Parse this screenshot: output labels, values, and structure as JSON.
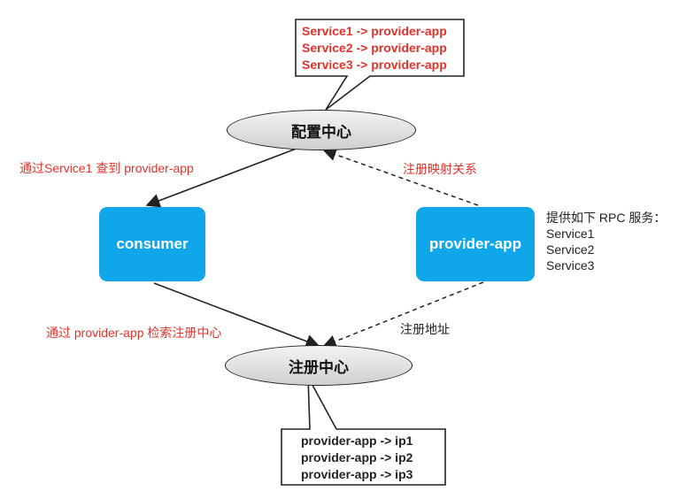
{
  "config_center": {
    "label": "配置中心"
  },
  "registry_center": {
    "label": "注册中心"
  },
  "consumer": {
    "label": "consumer"
  },
  "provider": {
    "label": "provider-app"
  },
  "config_callout": {
    "lines": [
      "Service1 -> provider-app",
      "Service2 -> provider-app",
      "Service3 -> provider-app"
    ]
  },
  "registry_callout": {
    "lines": [
      "provider-app -> ip1",
      "provider-app -> ip2",
      "provider-app -> ip3"
    ]
  },
  "edge_labels": {
    "consumer_query": "通过Service1 查到 provider-app",
    "register_mapping": "注册映射关系",
    "consumer_lookup": "通过 provider-app 检索注册中心",
    "register_address": "注册地址"
  },
  "provider_services": {
    "title": "提供如下 RPC 服务：",
    "items": [
      "Service1",
      "Service2",
      "Service3"
    ]
  },
  "colors": {
    "node_fill": "#10a7ea",
    "annotation_red": "#e2332b",
    "stroke": "#222222"
  }
}
